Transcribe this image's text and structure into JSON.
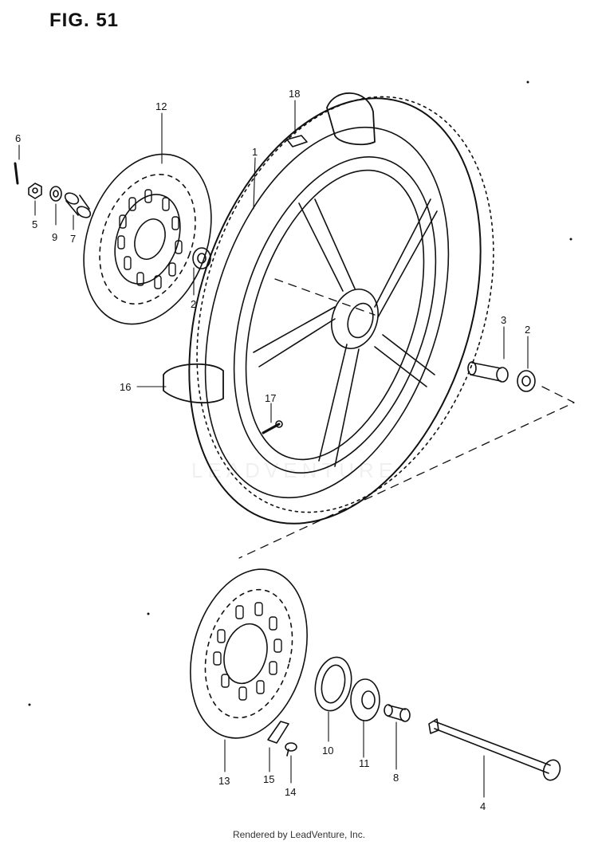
{
  "figure": {
    "title": "FIG. 51"
  },
  "watermark": "LEADVENTURE",
  "footer": "Rendered by LeadVenture, Inc.",
  "callouts": {
    "c1": "1",
    "c2a": "2",
    "c2b": "2",
    "c3": "3",
    "c4": "4",
    "c5": "5",
    "c6": "6",
    "c7": "7",
    "c8": "8",
    "c9": "9",
    "c10": "10",
    "c11": "11",
    "c12": "12",
    "c13": "13",
    "c14": "14",
    "c15": "15",
    "c16": "16",
    "c17": "17",
    "c18": "18"
  }
}
